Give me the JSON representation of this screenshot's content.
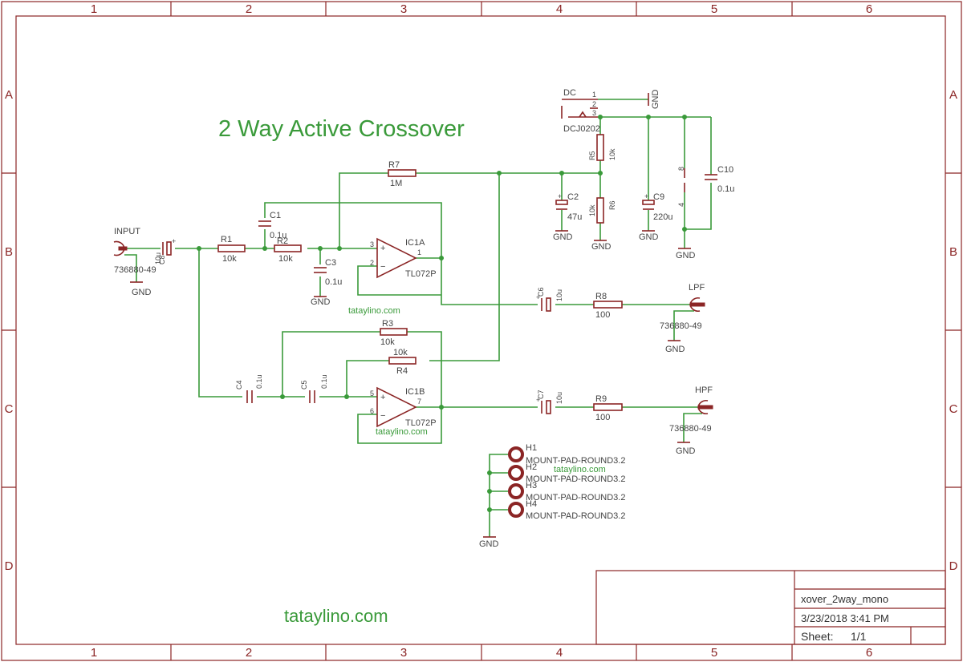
{
  "border": {
    "cols": [
      "1",
      "2",
      "3",
      "4",
      "5",
      "6"
    ],
    "rows": [
      "A",
      "B",
      "C",
      "D"
    ]
  },
  "title": "2 Way Active Crossover",
  "watermark": "tataylino.com",
  "title_block": {
    "name": "xover_2way_mono",
    "date": "3/23/2018 3:41 PM",
    "sheet_label": "Sheet:",
    "sheet_value": "1/1"
  },
  "components": {
    "input": {
      "name": "INPUT",
      "value": "736880-49",
      "gnd": "GND"
    },
    "c8": {
      "name": "C8",
      "value": "10u"
    },
    "r1": {
      "name": "R1",
      "value": "10k"
    },
    "r2": {
      "name": "R2",
      "value": "10k"
    },
    "c1": {
      "name": "C1",
      "value": "0.1u"
    },
    "c3": {
      "name": "C3",
      "value": "0.1u",
      "gnd": "GND"
    },
    "r7": {
      "name": "R7",
      "value": "1M"
    },
    "ic1a": {
      "name": "IC1A",
      "value": "TL072P",
      "pin_p": "3",
      "pin_n": "2",
      "pin_o": "1"
    },
    "c6": {
      "name": "C6",
      "value": "10u"
    },
    "r8": {
      "name": "R8",
      "value": "100"
    },
    "lpf": {
      "name": "LPF",
      "value": "736880-49",
      "gnd": "GND"
    },
    "r3": {
      "name": "R3",
      "value": "10k"
    },
    "r4": {
      "name": "R4",
      "value": "10k"
    },
    "c4": {
      "name": "C4",
      "value": "0.1u"
    },
    "c5": {
      "name": "C5",
      "value": "0.1u"
    },
    "ic1b": {
      "name": "IC1B",
      "value": "TL072P",
      "pin_p": "5",
      "pin_n": "6",
      "pin_o": "7"
    },
    "c7": {
      "name": "C7",
      "value": "10u"
    },
    "r9": {
      "name": "R9",
      "value": "100"
    },
    "hpf": {
      "name": "HPF",
      "value": "736880-49",
      "gnd": "GND"
    },
    "dc": {
      "name": "DC",
      "value": "DCJ0202",
      "pin1": "1",
      "pin2": "2",
      "pin3": "3",
      "gnd": "GND"
    },
    "r5": {
      "name": "R5",
      "value": "10k"
    },
    "r6": {
      "name": "R6",
      "value": "10k"
    },
    "c2": {
      "name": "C2",
      "value": "47u",
      "gnd": "GND"
    },
    "c9": {
      "name": "C9",
      "value": "220u",
      "gnd": "GND"
    },
    "c10": {
      "name": "C10",
      "value": "0.1u"
    },
    "ic_power": {
      "pin8": "8",
      "pin4": "4",
      "gnd": "GND"
    },
    "r6_gnd": "GND",
    "mounts": [
      {
        "name": "H1",
        "value": "MOUNT-PAD-ROUND3.2"
      },
      {
        "name": "H2",
        "value": "MOUNT-PAD-ROUND3.2"
      },
      {
        "name": "H3",
        "value": "MOUNT-PAD-ROUND3.2"
      },
      {
        "name": "H4",
        "value": "MOUNT-PAD-ROUND3.2"
      }
    ],
    "mount_gnd": "GND"
  },
  "notes": [
    "tataylino.com",
    "tataylino.com",
    "tataylino.com"
  ]
}
